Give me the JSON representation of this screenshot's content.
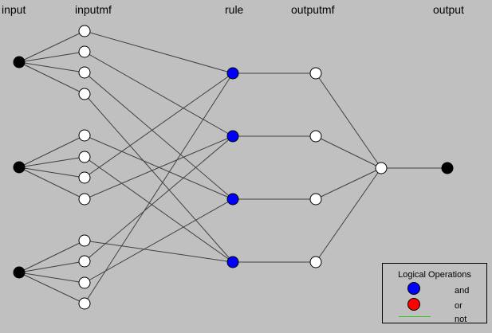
{
  "layers": {
    "input": "input",
    "inputmf": "inputmf",
    "rule": "rule",
    "outputmf": "outputmf",
    "output": "output"
  },
  "network": {
    "input_count": 3,
    "inputmf_count": 12,
    "rule_count": 4,
    "outputmf_count": 4,
    "output_count": 1,
    "rule_inputs": [
      [
        0,
        6,
        11
      ],
      [
        1,
        7,
        9
      ],
      [
        2,
        4,
        10
      ],
      [
        3,
        5,
        8
      ]
    ],
    "rule_connective": "and"
  },
  "legend": {
    "title": "Logical Operations",
    "items": [
      {
        "label": "and",
        "color": "#0000ff",
        "marker": "circle"
      },
      {
        "label": "or",
        "color": "#ff0000",
        "marker": "circle"
      },
      {
        "label": "not",
        "color": "#2ecc1e",
        "marker": "line"
      }
    ]
  },
  "colors": {
    "background": "#c0c0c0",
    "input_node": "#000000",
    "mf_node": "#ffffff",
    "rule_node": "#0000ff",
    "edge": "#404040"
  }
}
